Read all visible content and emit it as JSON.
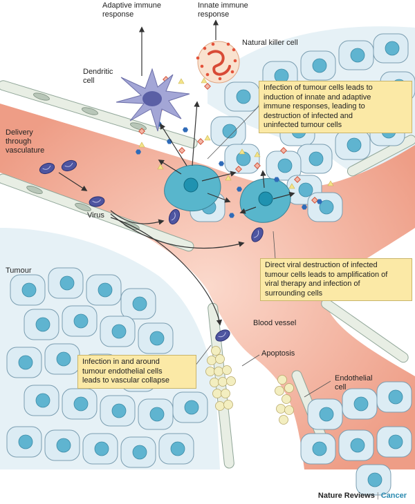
{
  "labels": {
    "adaptive_immune_response": "Adaptive immune\nresponse",
    "innate_immune_response": "Innate immune\nresponse",
    "natural_killer_cell": "Natural killer cell",
    "dendritic_cell": "Dendritic\ncell",
    "delivery_through_vasculature": "Delivery\nthrough\nvasculature",
    "virus": "Virus",
    "tumour": "Tumour",
    "blood_vessel": "Blood vessel",
    "apoptosis": "Apoptosis",
    "endothelial_cell": "Endothelial\ncell"
  },
  "callouts": {
    "immune_induction": "Infection of tumour cells leads to\ninduction of innate and adaptive\nimmune responses, leading to\ndestruction of infected and\nuninfected tumour cells",
    "direct_destruction": "Direct viral destruction of infected\ntumour cells leads to amplification of\nviral therapy and infection of\nsurrounding cells",
    "vascular_collapse": "Infection in and around\ntumour endothelial cells\nleads to vascular collapse"
  },
  "footer": {
    "journal": "Nature Reviews",
    "separator": "|",
    "section": "Cancer"
  },
  "colors": {
    "tumour_cell_fill": "#dcecf4",
    "tumour_cell_stroke": "#7a9db0",
    "nucleus": "#5fb4d0",
    "vessel_lumen": "#f0a894",
    "endothelium": "#e8eee4",
    "virus": "#4e55a0",
    "dendritic_cell": "#9a9cd0",
    "nk_cell": "#f6dcc8",
    "callout_fill": "#fbe9a6",
    "apoptotic_body": "#f3eec0"
  }
}
